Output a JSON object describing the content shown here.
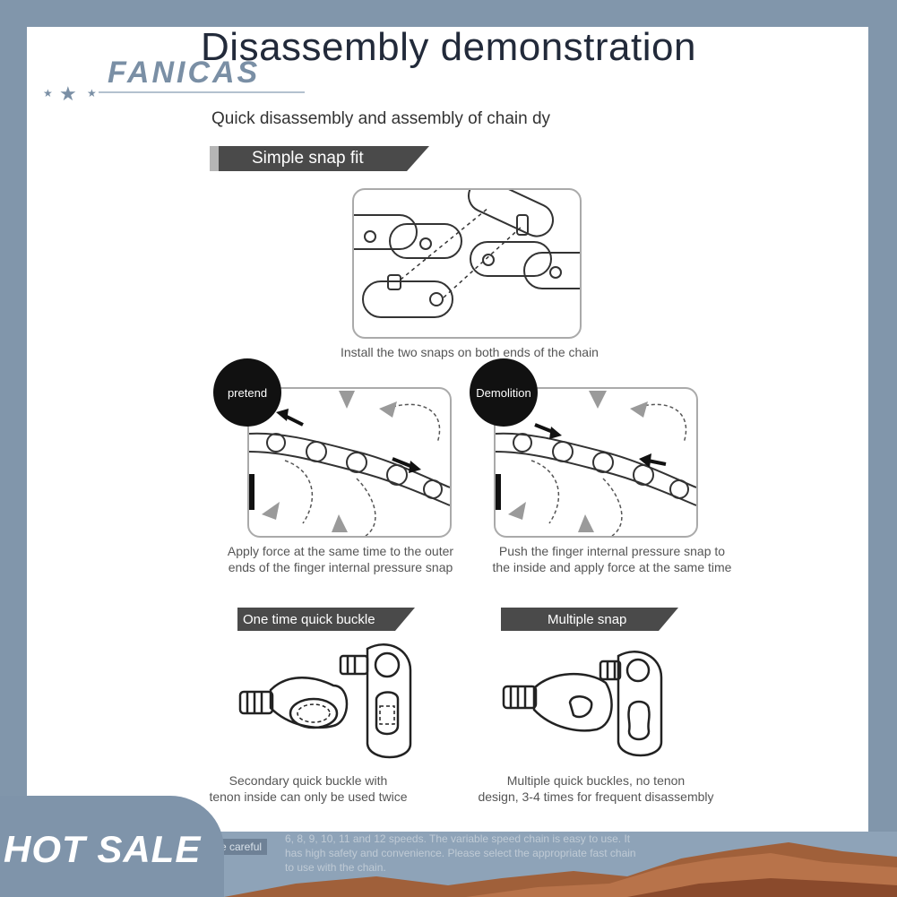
{
  "title": "Disassembly demonstration",
  "brand": "FANICAS",
  "subtitle": "Quick disassembly and assembly of chain dy",
  "banner_main": "Simple snap fit",
  "install_caption": "Install the two snaps on both ends of the chain",
  "steps": [
    {
      "badge": "pretend",
      "caption_line1": "Apply force at the same time to the outer",
      "caption_line2": "ends of the finger internal pressure snap"
    },
    {
      "badge": "Demolition",
      "caption_line1": "Push the finger internal pressure snap to",
      "caption_line2": "the inside and apply force at the same time"
    }
  ],
  "types": [
    {
      "label": "One time quick buckle",
      "caption_line1": "Secondary quick buckle with",
      "caption_line2": "tenon inside can only be used twice"
    },
    {
      "label": "Multiple snap",
      "caption_line1": "Multiple quick buckles, no tenon",
      "caption_line2": "design, 3-4 times for frequent disassembly"
    }
  ],
  "hot_sale": "HOT SALE",
  "careful_tag": "Be careful",
  "faded_text": "6, 8, 9, 10, 11 and 12 speeds. The variable speed chain is easy to use. It has high safety and convenience. Please select the appropriate fast chain to use with the chain.",
  "colors": {
    "background": "#8196ab",
    "panel": "#ffffff",
    "banner": "#4a4a4a",
    "badge": "#111111"
  }
}
